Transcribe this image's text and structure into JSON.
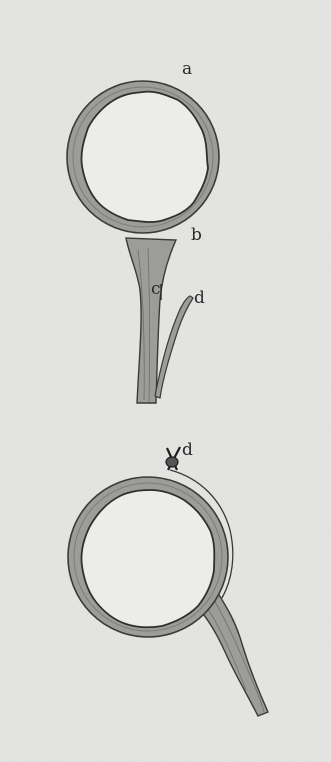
{
  "figure": {
    "top": {
      "labels": {
        "a": "a",
        "b": "b",
        "c": "c",
        "d": "d"
      }
    },
    "bottom": {
      "labels": {
        "d": "d"
      }
    }
  },
  "colors": {
    "paper": "#e6e6e4",
    "wall_fill": "#9c9c98",
    "ink": "#3a3a3a",
    "lumen": "#ecece9"
  }
}
